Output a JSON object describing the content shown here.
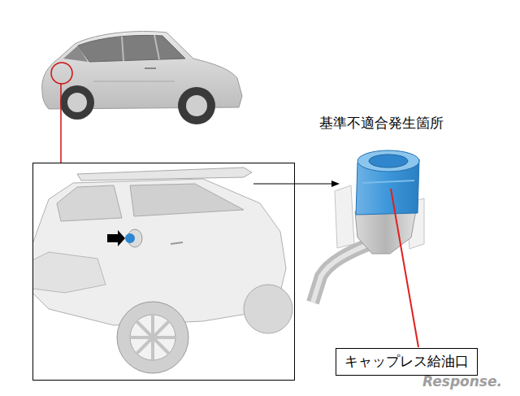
{
  "diagram": {
    "nodes": [
      {
        "text": [
          "キャップレス給油口"
        ]
      }
    ],
    "labels": [
      "基準不適合発生箇所",
      "Response."
    ]
  }
}
